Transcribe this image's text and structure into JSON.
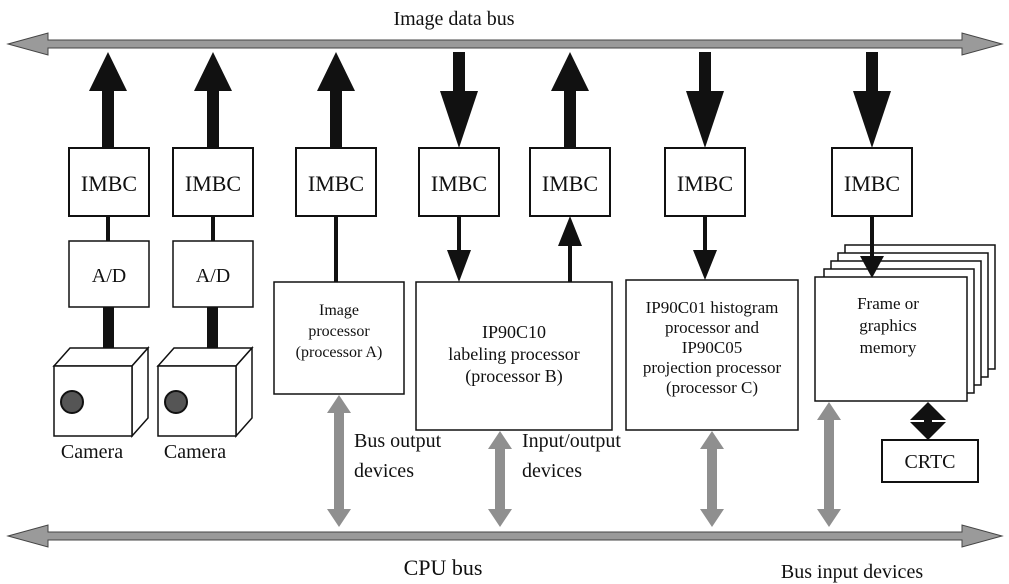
{
  "diagram": {
    "top_bus_label": "Image data bus",
    "bottom_bus_label": "CPU bus",
    "imbc_label": "IMBC",
    "ad_label": "A/D",
    "camera_label": "Camera",
    "processor_a_lines": [
      "Image",
      "processor",
      "(processor A)"
    ],
    "processor_b_lines": [
      "IP90C10",
      "labeling processor",
      "(processor B)"
    ],
    "processor_c_lines": [
      "IP90C01 histogram",
      "processor and",
      "IP90C05",
      "projection processor",
      "(processor C)"
    ],
    "memory_lines": [
      "Frame or",
      "graphics",
      "memory"
    ],
    "crtc_label": "CRTC",
    "bus_output_lines": [
      "Bus output",
      "devices"
    ],
    "io_devices_lines": [
      "Input/output",
      "devices"
    ],
    "bus_input_label": "Bus input devices"
  },
  "colors": {
    "bus_fill": "#9a9a9a",
    "dark_arrow": "#111111",
    "gray_arrow": "#8f8f8f",
    "line": "#111111"
  }
}
